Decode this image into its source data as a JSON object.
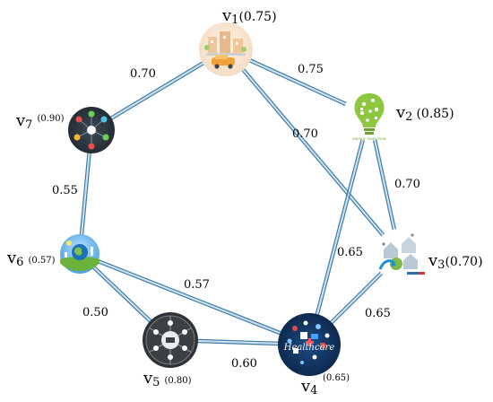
{
  "nodes": [
    {
      "id": "v1",
      "symbol": "v",
      "sub": "1",
      "value": "(0.75)",
      "icon": "city-street-icon",
      "color": "#f2a23a"
    },
    {
      "id": "v2",
      "symbol": "v",
      "sub": "2",
      "value": "(0.85)",
      "icon": "energy-lightbulb-icon",
      "color": "#8dc63f",
      "caption": "ENERGY TRANSITION"
    },
    {
      "id": "v3",
      "symbol": "v",
      "sub": "3",
      "value": "(0.70)",
      "icon": "smart-home-network-icon",
      "color": "#6fb7e0"
    },
    {
      "id": "v4",
      "symbol": "v",
      "sub": "4",
      "value": "(0.65)",
      "icon": "healthcare-icon",
      "color": "#12325e",
      "caption": "Healthcare"
    },
    {
      "id": "v5",
      "symbol": "v",
      "sub": "5",
      "value": "(0.80)",
      "icon": "smart-services-wheel-icon",
      "color": "#3c3f44"
    },
    {
      "id": "v6",
      "symbol": "v",
      "sub": "6",
      "value": "(0.57)",
      "icon": "green-earth-icon",
      "color": "#3d9be0"
    },
    {
      "id": "v7",
      "symbol": "v",
      "sub": "7",
      "value": "(0.90)",
      "icon": "iot-network-icon",
      "color": "#2f3a44"
    }
  ],
  "edges": [
    {
      "from": "v1",
      "to": "v7",
      "weight": "0.70"
    },
    {
      "from": "v1",
      "to": "v2",
      "weight": "0.75"
    },
    {
      "from": "v1",
      "to": "v3",
      "weight": "0.70"
    },
    {
      "from": "v2",
      "to": "v3",
      "weight": "0.70"
    },
    {
      "from": "v2",
      "to": "v4",
      "weight": "0.65"
    },
    {
      "from": "v3",
      "to": "v4",
      "weight": "0.65"
    },
    {
      "from": "v7",
      "to": "v6",
      "weight": "0.55"
    },
    {
      "from": "v6",
      "to": "v4",
      "weight": "0.57"
    },
    {
      "from": "v6",
      "to": "v5",
      "weight": "0.50"
    },
    {
      "from": "v5",
      "to": "v4",
      "weight": "0.60"
    }
  ],
  "edge_color": "#3f7ea8"
}
